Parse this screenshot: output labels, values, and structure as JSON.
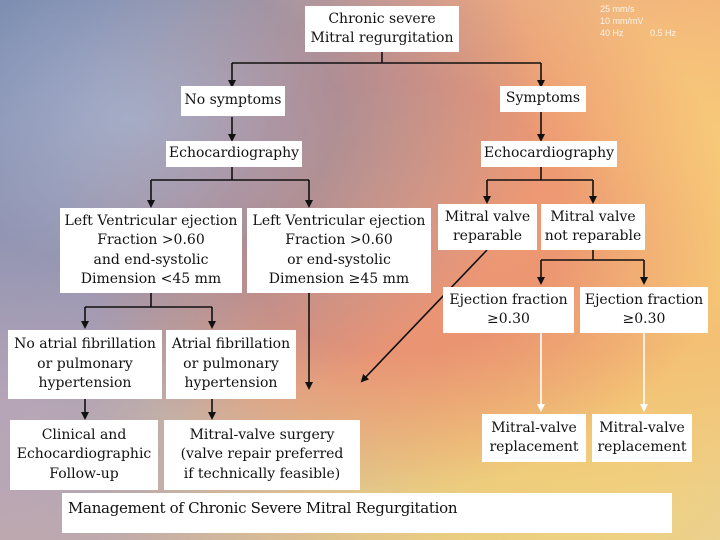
{
  "nodes": {
    "root": "Chronic severe\nMitral regurgitation",
    "no_symptoms": "No symptoms",
    "symptoms": "Symptoms",
    "echo_left": "Echocardiography",
    "echo_right": "Echocardiography",
    "lv_normal": "Left Ventricular ejection\nFraction >0.60\nand end-systolic\nDimension <45 mm",
    "lv_abnormal": "Left Ventricular ejection\nFraction >0.60\nor end-systolic\nDimension ≥45 mm",
    "mv_reparable": "Mitral valve\nreparable",
    "mv_not_reparable": "Mitral valve\nnot reparable",
    "ef_a": "Ejection fraction\n≥0.30",
    "ef_b": "Ejection fraction\n≥0.30",
    "no_af": "No atrial fibrillation\nor pulmonary\nhypertension",
    "af": "Atrial fibrillation\nor pulmonary\nhypertension",
    "followup": "Clinical and\nEchocardiographic\nFollow-up",
    "surgery": "Mitral-valve surgery\n(valve repair preferred\nif technically feasible)",
    "replace_a": "Mitral-valve\nreplacement",
    "replace_b": "Mitral-valve\nreplacement"
  },
  "caption": "Management of Chronic Severe Mitral Regurgitation",
  "monitor_text": [
    "25 mm/s",
    "10 mm/mV",
    "40 Hz",
    "0.5 Hz"
  ]
}
